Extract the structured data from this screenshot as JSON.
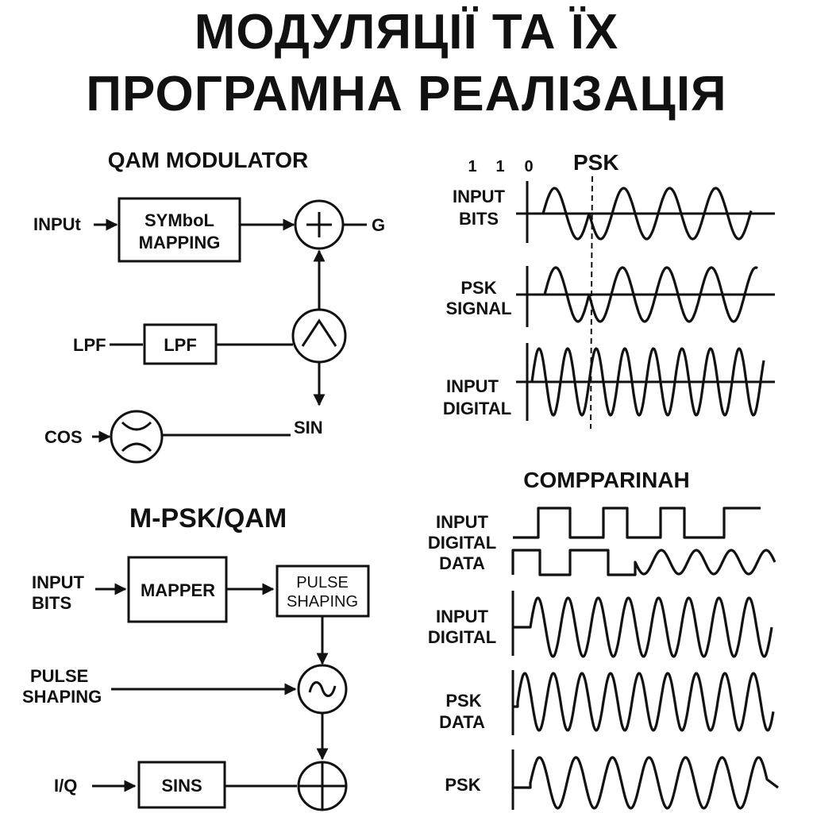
{
  "title": {
    "line1": "МОДУЛЯЦІЇ ТА ЇХ",
    "line2": "ПРОГРАМНА РЕАЛІЗАЦІЯ"
  },
  "qam": {
    "heading": "QAM MODULATOR",
    "input_label": "INPUt",
    "symbol_box_line1": "SYMbоL",
    "symbol_box_line2": "MAPPING",
    "output_label": "G",
    "lpf_label": "LPF",
    "lpf_box": "LPF",
    "cos_label": "COS",
    "sin_label": "SIN"
  },
  "mpsk": {
    "heading": "M-PSK/QAM",
    "input_line1": "INPUT",
    "input_line2": "BITS",
    "mapper_box": "MAPPER",
    "pulse_box_line1": "PULSE",
    "pulse_box_line2": "SHAPING",
    "pulse_label_line1": "PULSE",
    "pulse_label_line2": "SHAPING",
    "iq_label": "I/Q",
    "sins_box": "SINS"
  },
  "psk": {
    "heading": "PSK",
    "bits": [
      "1",
      "1",
      "0"
    ],
    "row1_line1": "INPUT",
    "row1_line2": "BITS",
    "row2_line1": "PSK",
    "row2_line2": "SIGNAL",
    "row3_line1": "INPUT",
    "row3_line2": "DIGITAL"
  },
  "comparison": {
    "heading": "COMPPARINAH",
    "row1_line1": "INPUT",
    "row1_line2": "DIGITAL",
    "row1_line3": "DATA",
    "row2_line1": "INPUT",
    "row2_line2": "DIGITAL",
    "row3_line1": "PSK",
    "row3_line2": "DATA",
    "row4_line1": "PSK"
  }
}
